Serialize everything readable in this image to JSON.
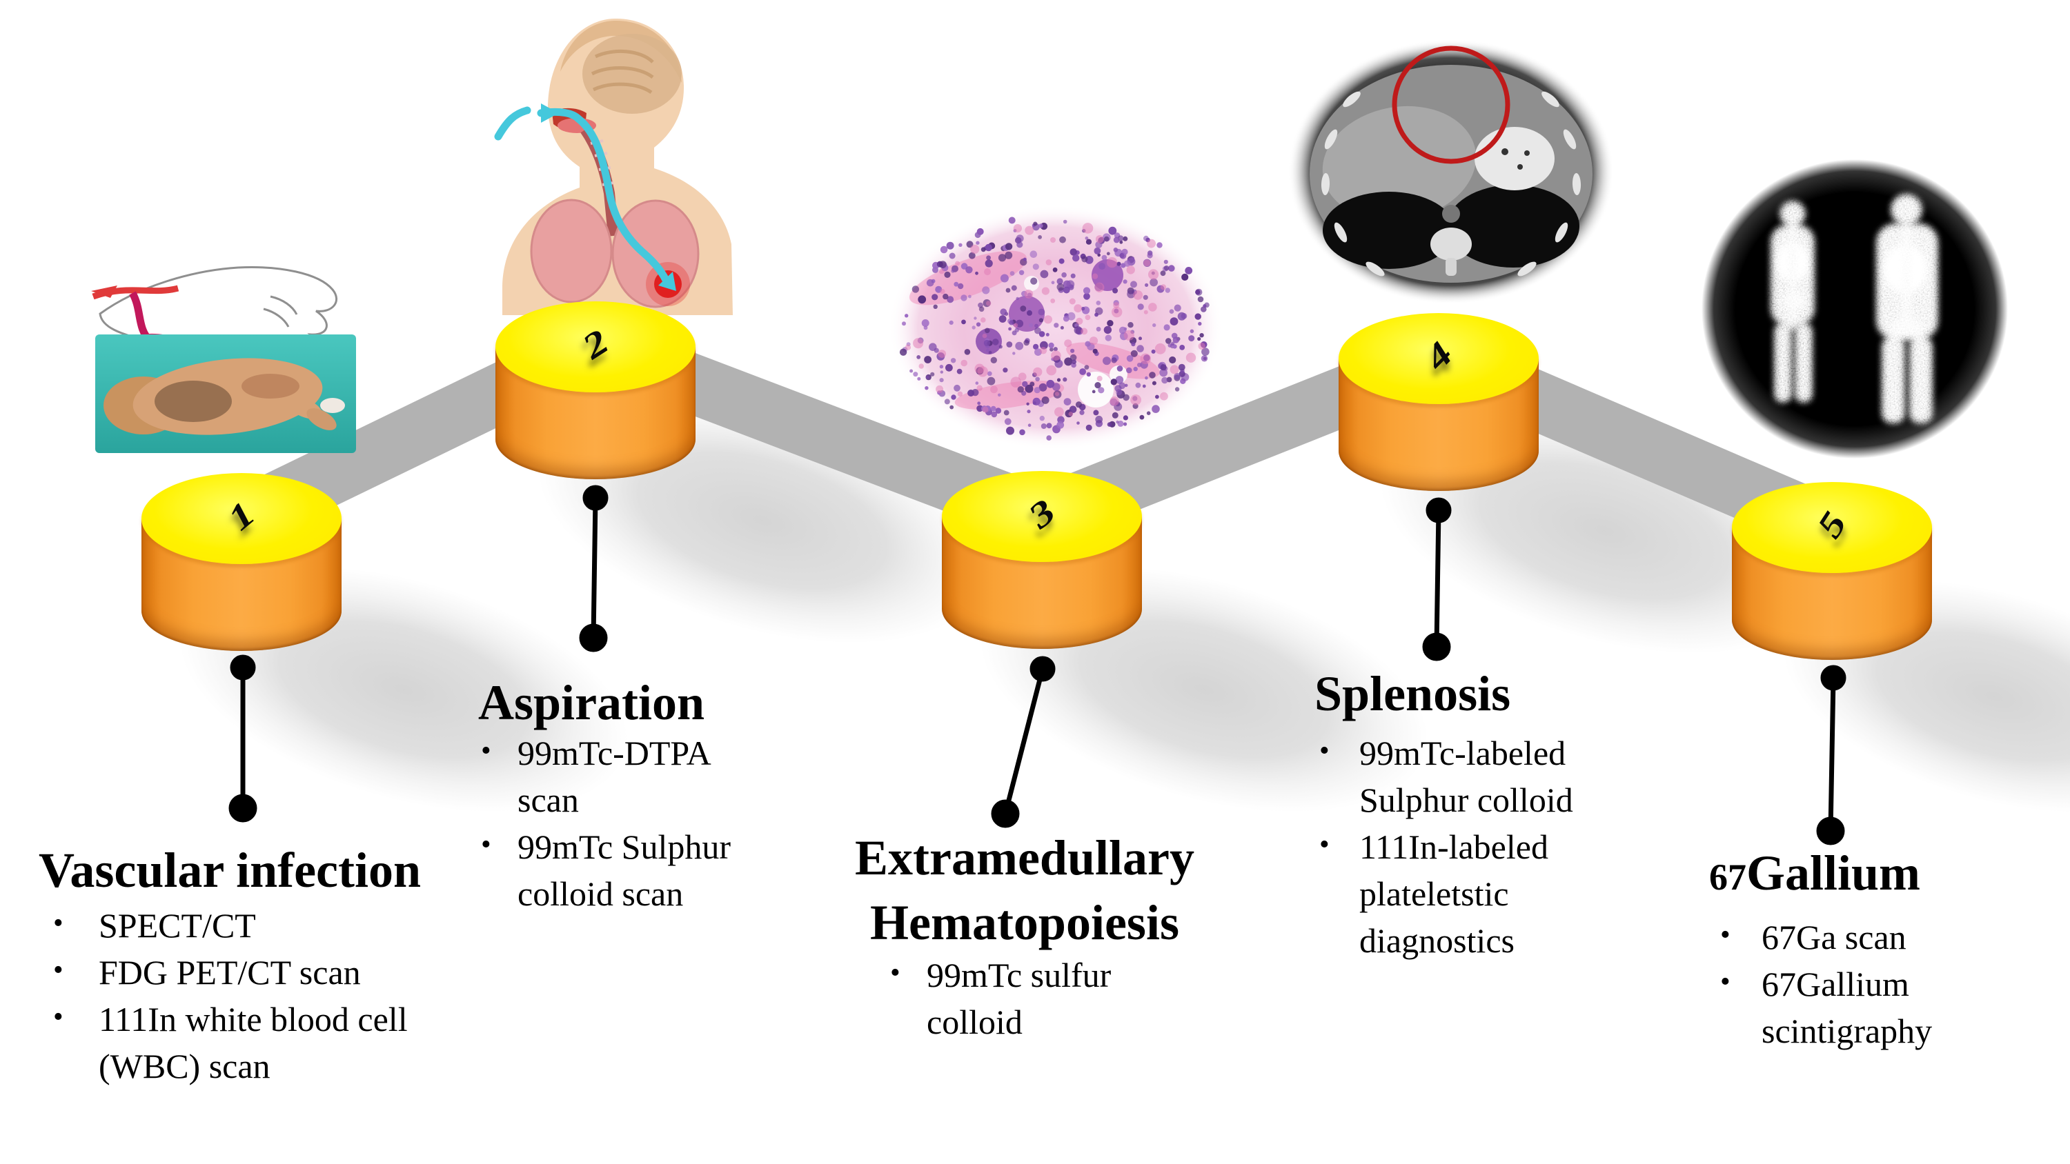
{
  "figure": {
    "background": "#ffffff",
    "bullet_char": "•",
    "steps": [
      {
        "number": "1",
        "title_prefix": "",
        "title": "Vascular infection",
        "bullets": [
          "SPECT/CT",
          "FDG PET/CT scan",
          "111In white blood cell\n(WBC) scan"
        ],
        "image": "vascular-infection-hand-illustration"
      },
      {
        "number": "2",
        "title_prefix": "",
        "title": "Aspiration",
        "bullets": [
          "99mTc-DTPA scan",
          "99mTc Sulphur\ncolloid scan"
        ],
        "image": "aspiration-airway-illustration"
      },
      {
        "number": "3",
        "title_prefix": "",
        "title": "Extramedullary\nHematopoiesis",
        "bullets": [
          "99mTc sulfur\ncolloid"
        ],
        "image": "histology-micrograph"
      },
      {
        "number": "4",
        "title_prefix": "",
        "title": "Splenosis",
        "bullets": [
          "99mTc-labeled\nSulphur colloid",
          "111In-labeled\nplateletstic\ndiagnostics"
        ],
        "image": "abdominal-ct-scan"
      },
      {
        "number": "5",
        "title_prefix": "67",
        "title": "Gallium",
        "bullets": [
          "67Ga scan",
          "67Gallium\nscintigraphy"
        ],
        "image": "gallium-scintigraphy-scan"
      }
    ],
    "colors": {
      "cylinder_top": "#fff200",
      "cylinder_body": "#f89b2d",
      "ribbon": "#b2b2b2",
      "shadow": "#d2d2d2",
      "connector": "#000000",
      "annotation_circle": "#bf1a1a",
      "teal_cloth": "#35bdb5",
      "histology_pink": "#f0c3de",
      "histology_purple": "#6a3a97"
    }
  }
}
